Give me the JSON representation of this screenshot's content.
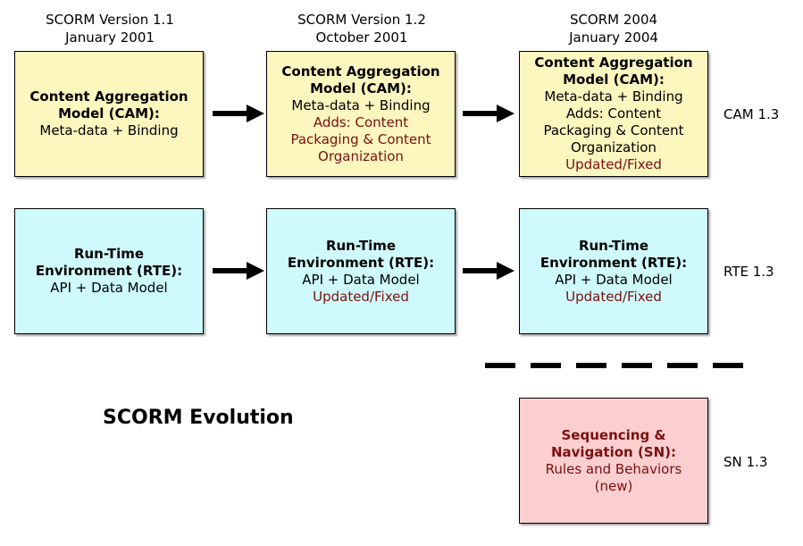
{
  "columns": [
    {
      "version": "SCORM Version 1.1",
      "date": "January 2001"
    },
    {
      "version": "SCORM Version 1.2",
      "date": "October 2001"
    },
    {
      "version": "SCORM 2004",
      "date": "January 2004"
    }
  ],
  "cam_row": {
    "label": "CAM 1.3",
    "boxes": [
      {
        "heading": [
          "Content Aggregation",
          "Model (CAM):"
        ],
        "body": [
          "Meta-data + Binding"
        ],
        "highlight": []
      },
      {
        "heading": [
          "Content Aggregation",
          "Model (CAM):"
        ],
        "body": [
          "Meta-data + Binding"
        ],
        "highlight": [
          "Adds:  Content",
          "Packaging & Content",
          "Organization"
        ]
      },
      {
        "heading": [
          "Content Aggregation",
          "Model (CAM):"
        ],
        "body": [
          "Meta-data + Binding",
          "Adds:  Content",
          "Packaging & Content",
          "Organization"
        ],
        "highlight": [
          "Updated/Fixed"
        ]
      }
    ]
  },
  "rte_row": {
    "label": "RTE 1.3",
    "boxes": [
      {
        "heading": [
          "Run-Time",
          "Environment (RTE):"
        ],
        "body": [
          "API + Data Model"
        ],
        "highlight": []
      },
      {
        "heading": [
          "Run-Time",
          "Environment (RTE):"
        ],
        "body": [
          "API + Data Model"
        ],
        "highlight": [
          "Updated/Fixed"
        ]
      },
      {
        "heading": [
          "Run-Time",
          "Environment (RTE):"
        ],
        "body": [
          "API + Data Model"
        ],
        "highlight": [
          "Updated/Fixed"
        ]
      }
    ]
  },
  "sn_row": {
    "label": "SN 1.3",
    "box": {
      "heading": [
        "Sequencing &",
        "Navigation (SN):"
      ],
      "highlight": [
        "Rules and Behaviors",
        "(new)"
      ]
    }
  },
  "title": "SCORM Evolution",
  "colors": {
    "cam": "#fcf6bf",
    "rte": "#cffafc",
    "sn": "#fbcfcf",
    "highlight": "#7a1010"
  }
}
